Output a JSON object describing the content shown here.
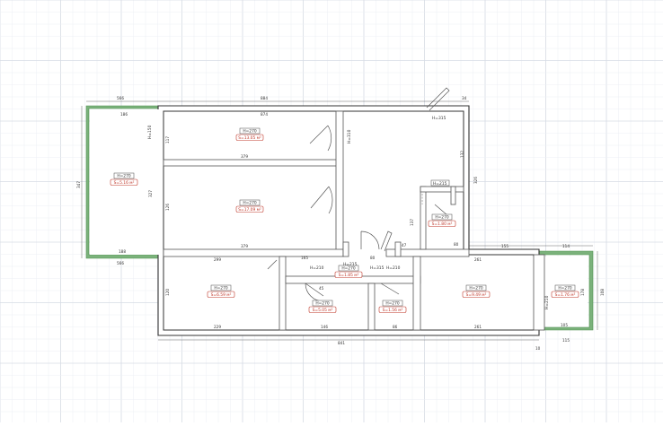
{
  "colors": {
    "grid_minor": "#eceff4",
    "grid_major": "#d6dbe4",
    "wall": "#333333",
    "balcony": "#7bb27b",
    "area_label": "#c0392b"
  },
  "dimensions": {
    "top_left_span": "566",
    "top_main_span": "884",
    "top_right_small": "34",
    "balcony_left_height": "347",
    "balcony_left_inner_height": "327",
    "room1_width": "874",
    "room1_lower_width": "379",
    "room2_lower_width": "379",
    "left_col_w": "186",
    "left_col_bottom": "188",
    "bottom_left_span": "566",
    "right_strip_dims": "155",
    "right_114": "114",
    "right_105": "105",
    "right_115": "115",
    "right_178": "178",
    "right_108": "108",
    "bottom_total": "841",
    "bottom_small": "10",
    "room_low_299": "299",
    "room_low_229": "229",
    "room_low_261": "261",
    "room_low_261b": "261",
    "hall_165": "165",
    "hall_80": "80",
    "hall_47": "47",
    "hall_45": "45",
    "small_86": "86",
    "small_146": "146",
    "dim_120": "120",
    "dim_117": "117",
    "dim_126": "126",
    "dim_132": "132",
    "dim_137": "137",
    "dim_326": "326",
    "dim_80": "80"
  },
  "rooms": [
    {
      "h": "H=270",
      "s": "S=5.16 м²"
    },
    {
      "h": "H=270",
      "s": "S=13.05 м²"
    },
    {
      "h": "H=270",
      "s": "S=17.09 м²"
    },
    {
      "h": "H=270",
      "s": "S=6.59 м²"
    },
    {
      "h": "H=270",
      "s": "S=5.05 м²"
    },
    {
      "h": "H=270",
      "s": "S=1.80 м²"
    },
    {
      "h": "H=270",
      "s": "S=1.56 м²"
    },
    {
      "h": "H=270",
      "s": "S=1.85 м²"
    },
    {
      "h": "H=270",
      "s": "S=9.49 м²"
    },
    {
      "h": "H=270",
      "s": "S=1.76 м²"
    }
  ],
  "door_heights": {
    "h310": "H=310",
    "h315a": "H=315",
    "h315b": "H=315",
    "h215": "H=215",
    "h210": "H=210",
    "h210b": "H=210",
    "h215b": "H=215",
    "h150": "H=150",
    "h210c": "H=210"
  }
}
